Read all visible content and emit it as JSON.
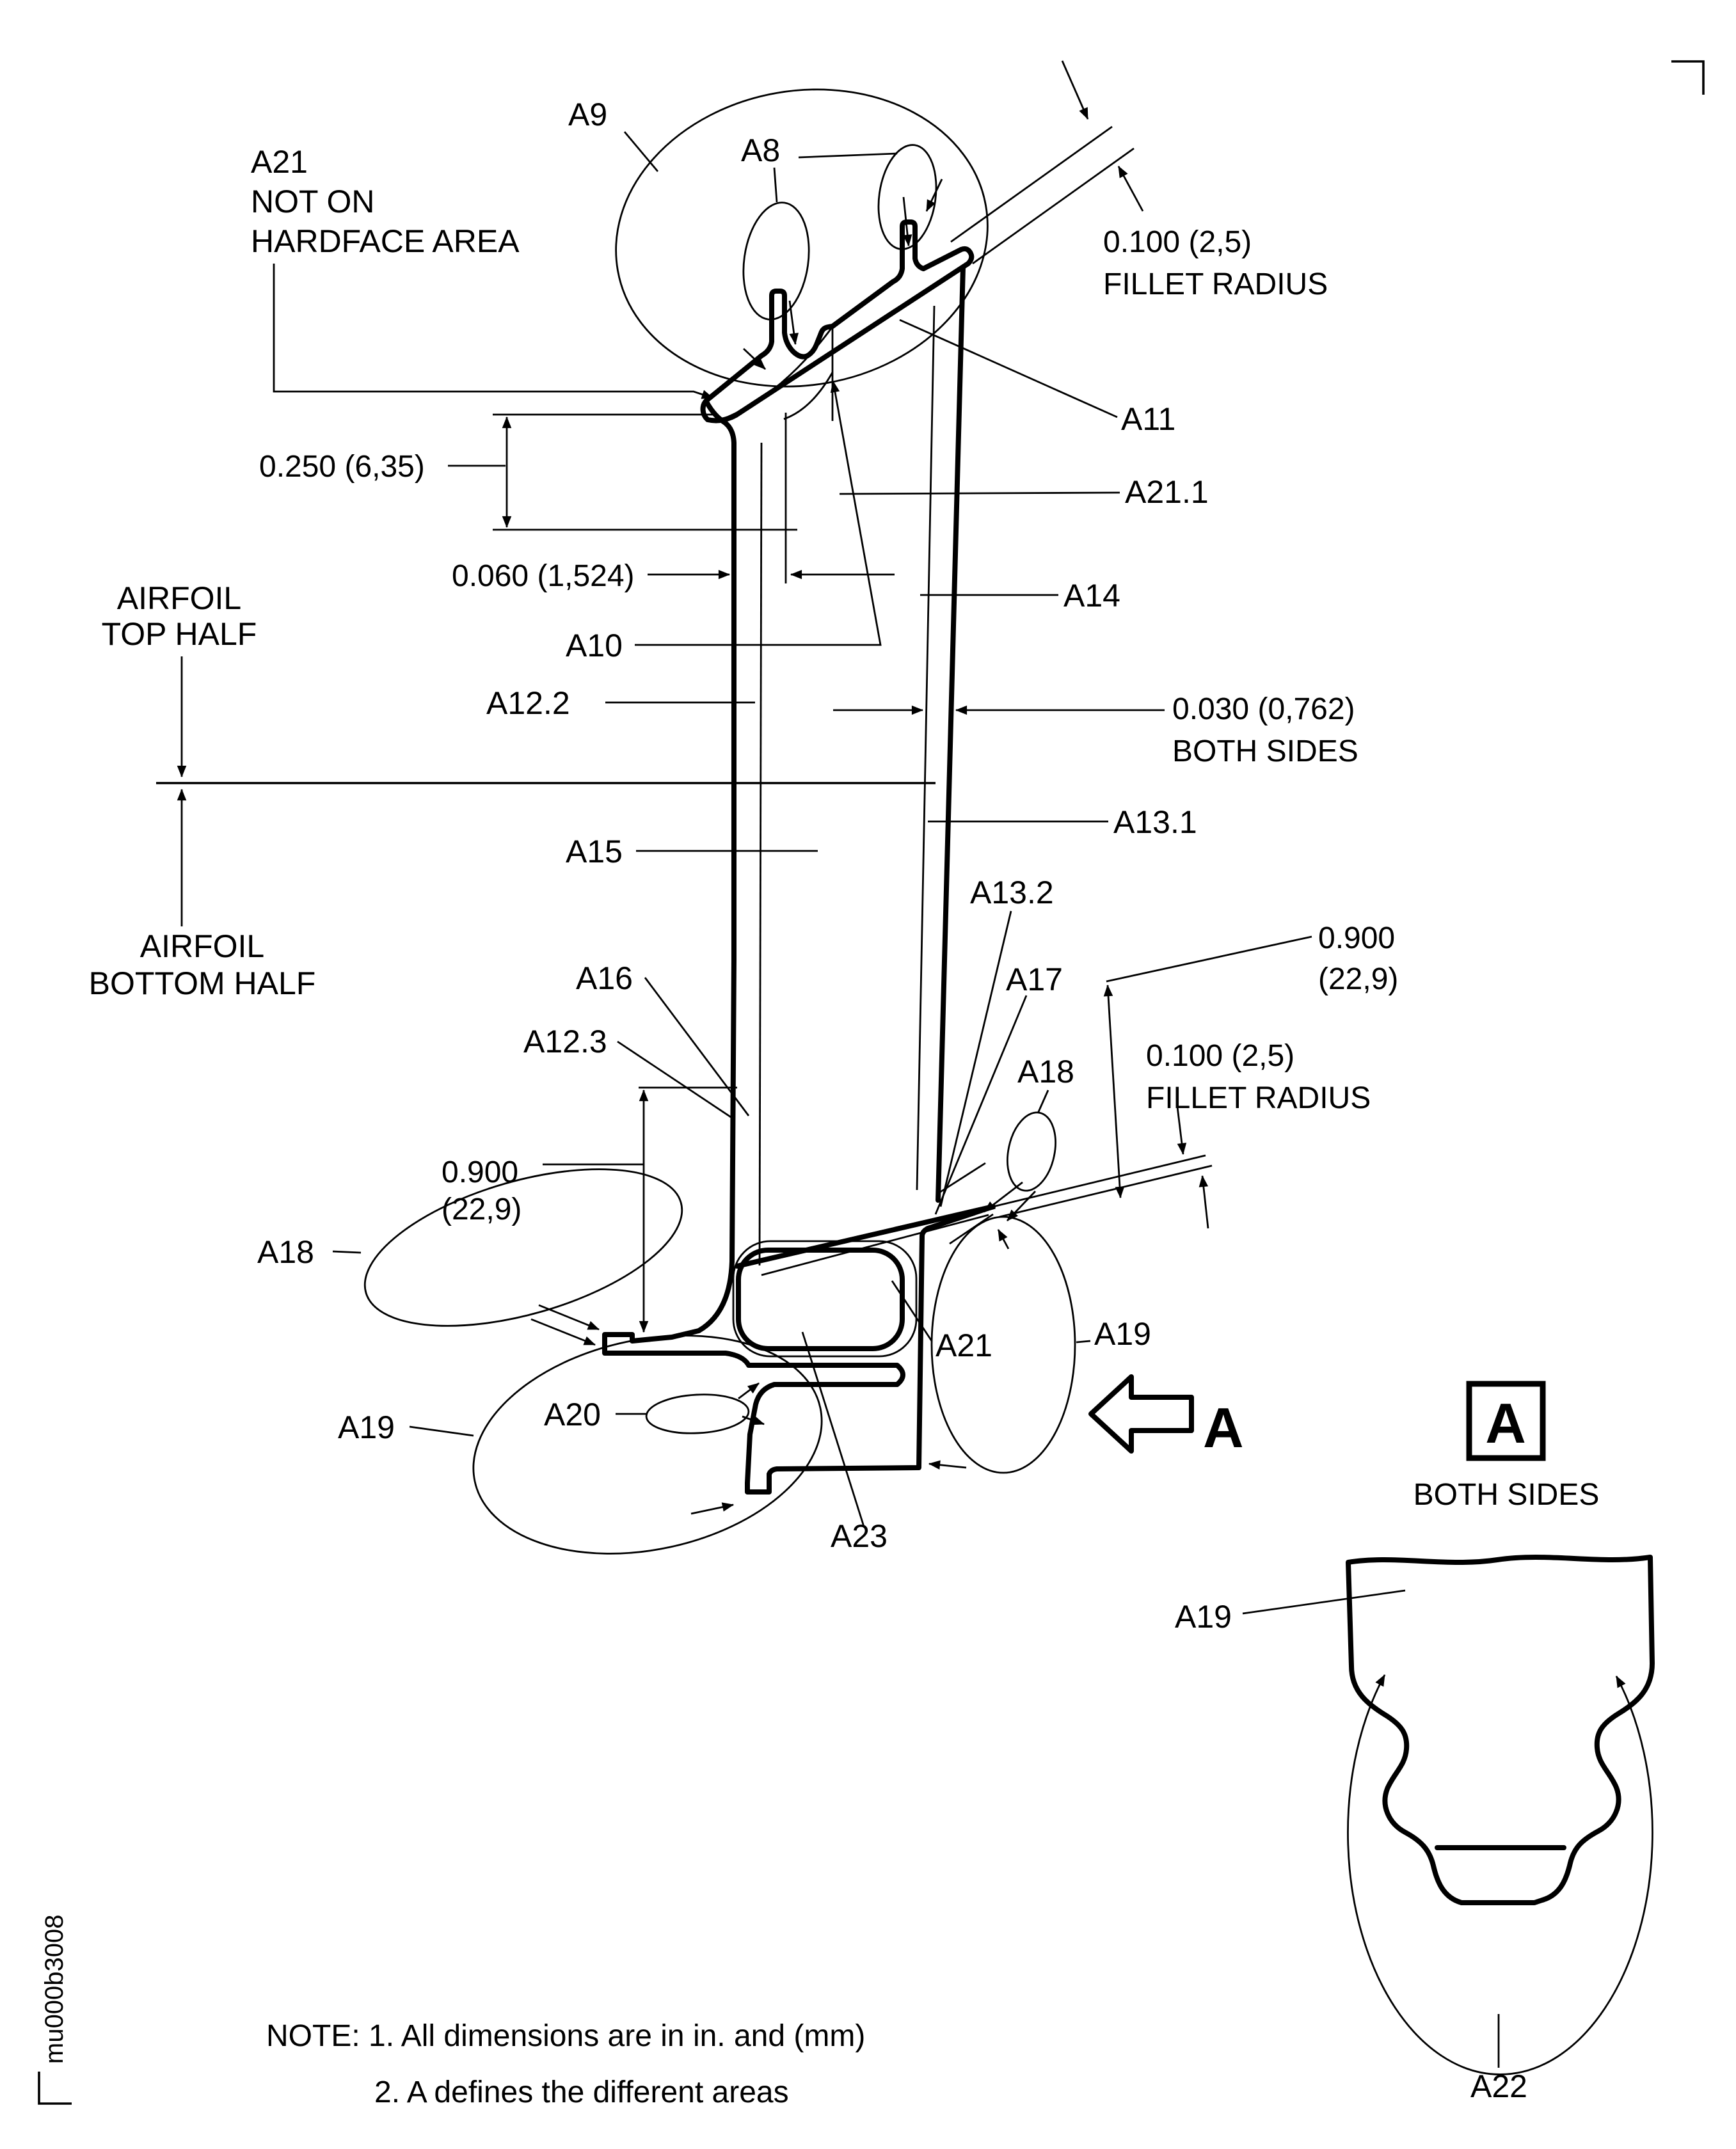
{
  "figure_code": "mu000b3008",
  "annotations": {
    "a8": "A8",
    "a9": "A9",
    "a10": "A10",
    "a11": "A11",
    "a12_2": "A12.2",
    "a12_3": "A12.3",
    "a13_1": "A13.1",
    "a13_2": "A13.2",
    "a14": "A14",
    "a15": "A15",
    "a16": "A16",
    "a17": "A17",
    "a18": "A18",
    "a19": "A19",
    "a20": "A20",
    "a21": "A21",
    "a21_1": "A21.1",
    "a22": "A22",
    "a23": "A23"
  },
  "callouts": {
    "a21_note_line1": "A21",
    "a21_note_line2": "NOT ON",
    "a21_note_line3": "HARDFACE AREA",
    "airfoil_top_line1": "AIRFOIL",
    "airfoil_top_line2": "TOP HALF",
    "airfoil_bottom_line1": "AIRFOIL",
    "airfoil_bottom_line2": "BOTTOM HALF"
  },
  "dimensions": {
    "fillet_value": "0.100 (2,5)",
    "fillet_text": "FILLET RADIUS",
    "tip_depth": "0.250 (6,35)",
    "hardface_width": "0.060 (1,524)",
    "wall_thickness": "0.030 (0,762)",
    "both_sides": "BOTH SIDES",
    "band_in": "0.900",
    "band_mm": "(22,9)"
  },
  "section": {
    "marker": "A",
    "both_sides": "BOTH SIDES"
  },
  "notes": {
    "line1": "NOTE: 1. All dimensions are in in. and (mm)",
    "line2": "2. A defines the different areas"
  }
}
